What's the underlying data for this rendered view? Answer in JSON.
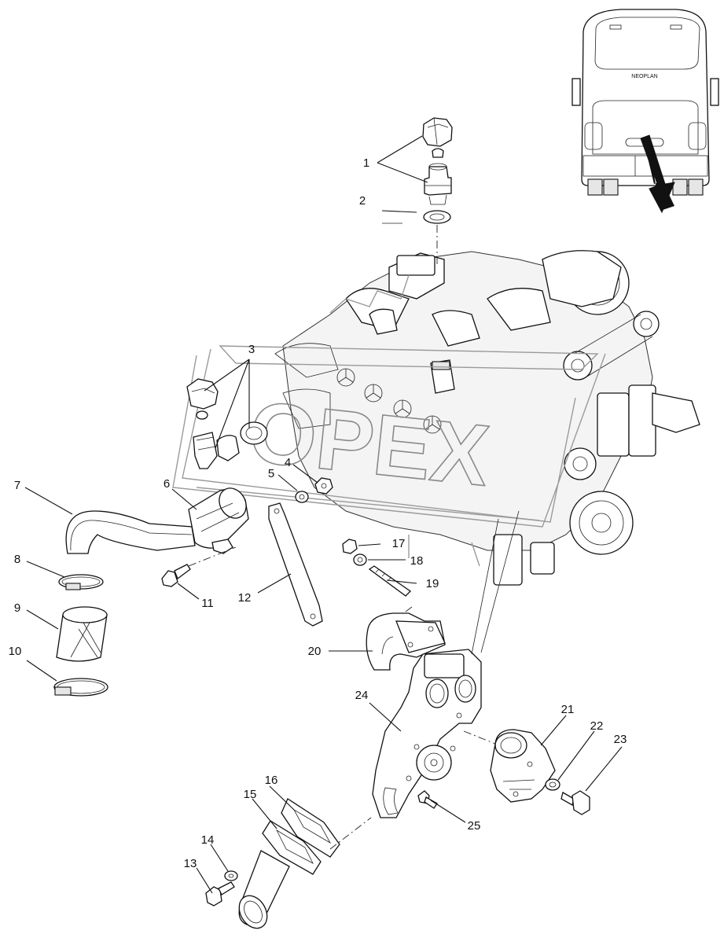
{
  "diagram": {
    "callouts": [
      {
        "id": "c1",
        "label": "1"
      },
      {
        "id": "c2",
        "label": "2"
      },
      {
        "id": "c3",
        "label": "3"
      },
      {
        "id": "c4",
        "label": "4"
      },
      {
        "id": "c5",
        "label": "5"
      },
      {
        "id": "c6",
        "label": "6"
      },
      {
        "id": "c7",
        "label": "7"
      },
      {
        "id": "c8",
        "label": "8"
      },
      {
        "id": "c9",
        "label": "9"
      },
      {
        "id": "c10",
        "label": "10"
      },
      {
        "id": "c11",
        "label": "11"
      },
      {
        "id": "c12",
        "label": "12"
      },
      {
        "id": "c13",
        "label": "13"
      },
      {
        "id": "c14",
        "label": "14"
      },
      {
        "id": "c15",
        "label": "15"
      },
      {
        "id": "c16",
        "label": "16"
      },
      {
        "id": "c17",
        "label": "17"
      },
      {
        "id": "c18",
        "label": "18"
      },
      {
        "id": "c19",
        "label": "19"
      },
      {
        "id": "c20",
        "label": "20"
      },
      {
        "id": "c21",
        "label": "21"
      },
      {
        "id": "c22",
        "label": "22"
      },
      {
        "id": "c23",
        "label": "23"
      },
      {
        "id": "c24",
        "label": "24"
      },
      {
        "id": "c25",
        "label": "25"
      }
    ],
    "bus_badge": "NEOPLAN",
    "watermark": "OPEX"
  }
}
